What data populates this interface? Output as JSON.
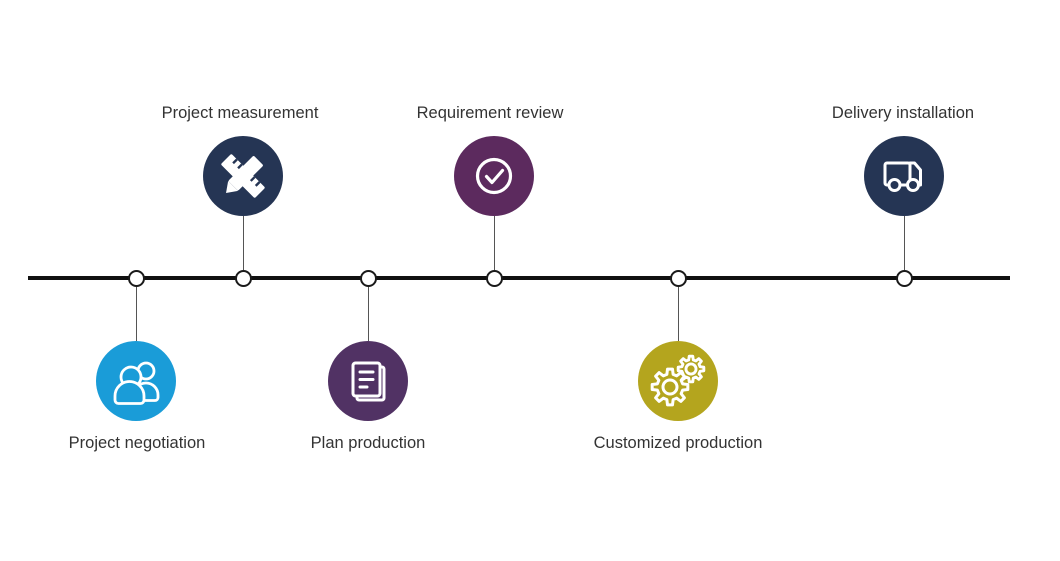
{
  "diagram_title": "process-timeline",
  "timeline": {
    "line_color": "#111111",
    "node_fill": "#ffffff",
    "node_border_color": "#1a1a1a",
    "connector_color": "#555555",
    "label_color": "#333333",
    "background": "#ffffff"
  },
  "steps": [
    {
      "label": "Project negotiation",
      "icon": "people-icon",
      "color": "#1a9cd8",
      "side": "below"
    },
    {
      "label": "Project measurement",
      "icon": "ruler-pencil-icon",
      "color": "#253554",
      "side": "above"
    },
    {
      "label": "Plan production",
      "icon": "document-icon",
      "color": "#513264",
      "side": "below"
    },
    {
      "label": "Requirement review",
      "icon": "check-circle-icon",
      "color": "#5c2a5e",
      "side": "above"
    },
    {
      "label": "Customized production",
      "icon": "gears-icon",
      "color": "#b4a51e",
      "side": "below"
    },
    {
      "label": "Delivery installation",
      "icon": "truck-icon",
      "color": "#253554",
      "side": "above"
    }
  ]
}
